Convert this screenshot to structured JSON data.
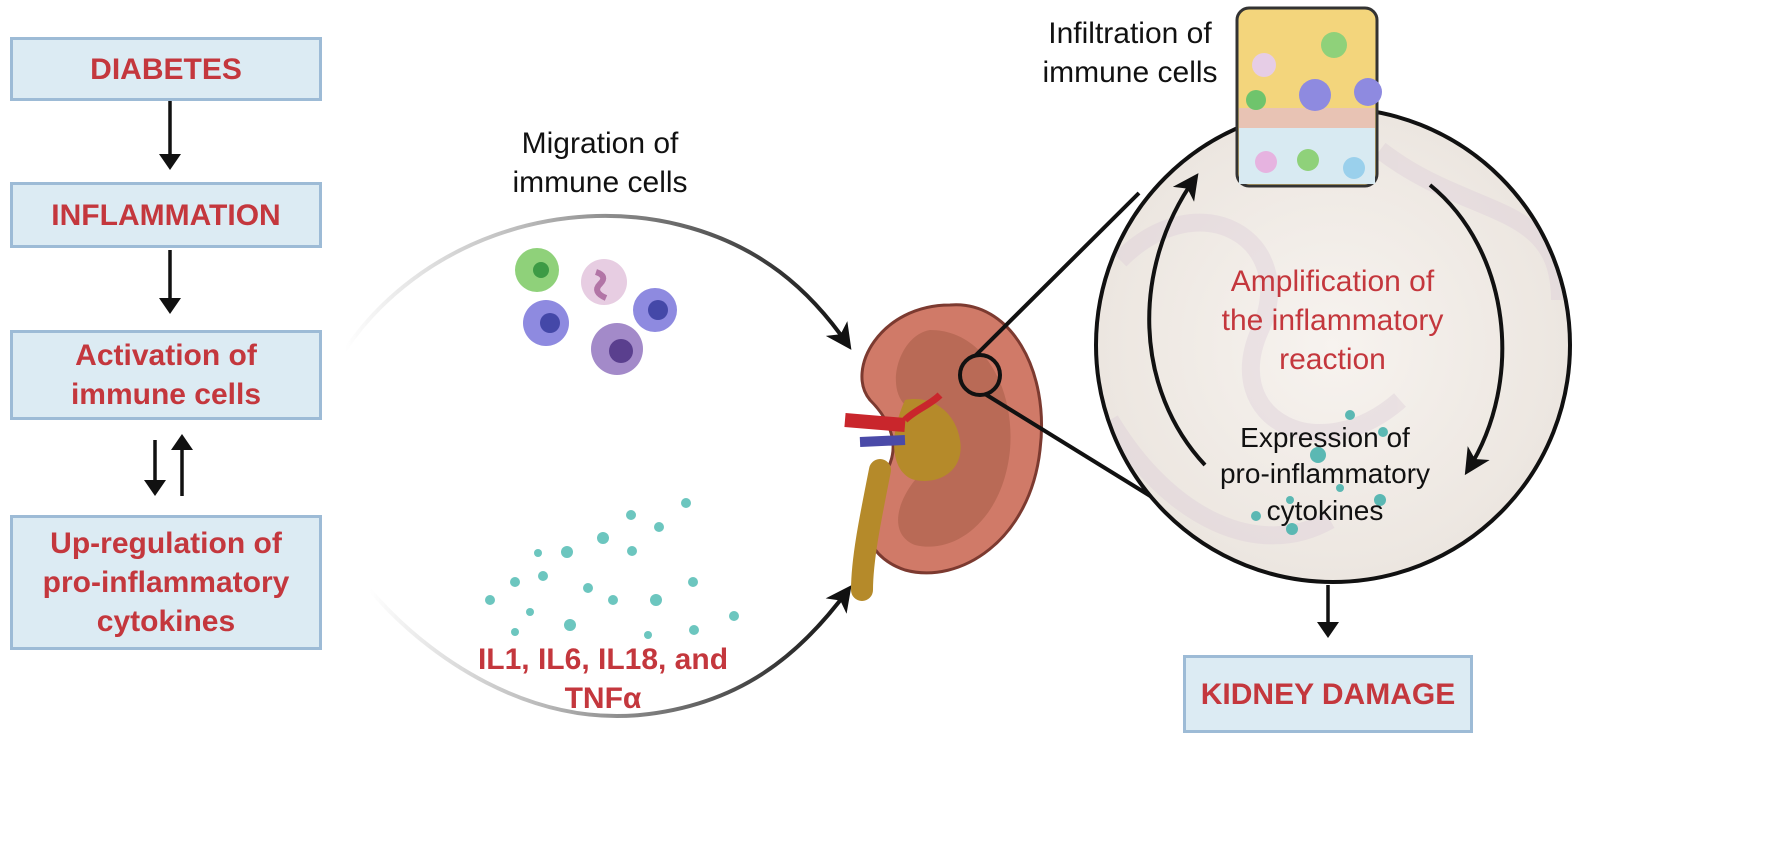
{
  "boxes": {
    "diabetes": "DIABETES",
    "inflammation": "INFLAMMATION",
    "activation": "Activation of\nimmune cells",
    "upregulation": "Up-regulation of\npro-inflammatory\ncytokines",
    "kidney_damage": "KIDNEY DAMAGE"
  },
  "labels": {
    "migration": "Migration of\nimmune cells",
    "cytokines_list": "IL1, IL6, IL18, and\nTNFα",
    "infiltration": "Infiltration of\nimmune cells",
    "amplification": "Amplification of\nthe inflammatory\nreaction",
    "expression": "Expression of\npro-inflammatory\ncytokines"
  },
  "colors": {
    "box_fill": "#dcebf3",
    "box_border": "#9dbbd6",
    "accent_red": "#c4373d",
    "kidney_cortex": "#c8705f",
    "kidney_medulla": "#b58a2a",
    "cytokine_teal": "#4fb6b0"
  },
  "icons": [
    "kidney-icon",
    "immune-cell-icon",
    "cytokine-dot-icon",
    "tissue-inset-icon"
  ]
}
